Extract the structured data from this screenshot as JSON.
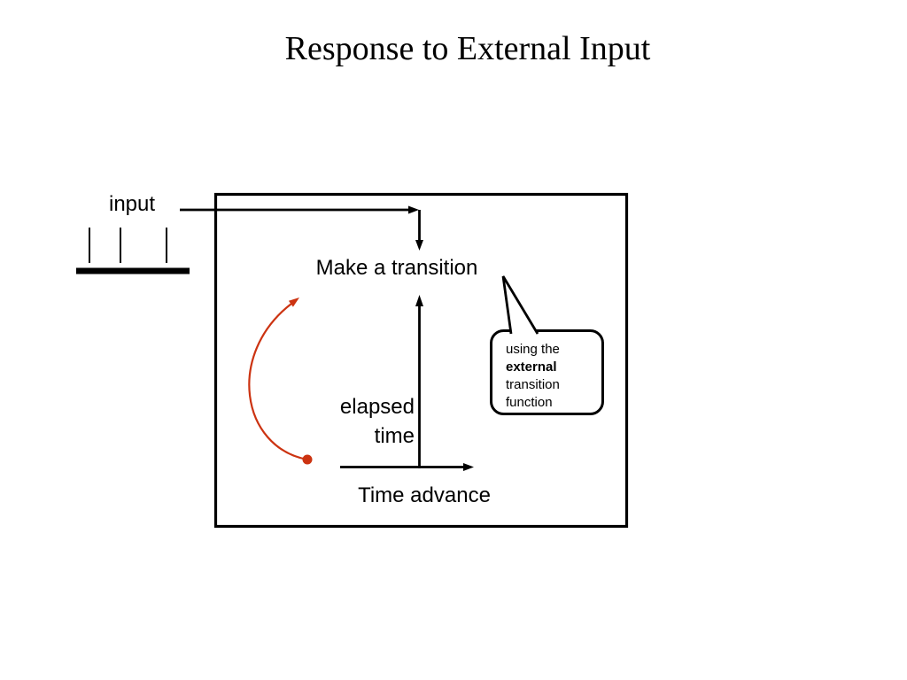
{
  "slide": {
    "title": "Response to External Input",
    "colors": {
      "ink": "#000000",
      "accent_red": "#cc3311",
      "background": "#ffffff"
    },
    "diagram": {
      "input_label": "input",
      "transition_label": "Make a transition",
      "elapsed_time_label": {
        "line1": "elapsed",
        "line2": "time"
      },
      "time_advance_label": "Time advance",
      "callout": {
        "line1": "using the",
        "line2": "external",
        "line3": "transition",
        "line4": "function"
      }
    }
  }
}
